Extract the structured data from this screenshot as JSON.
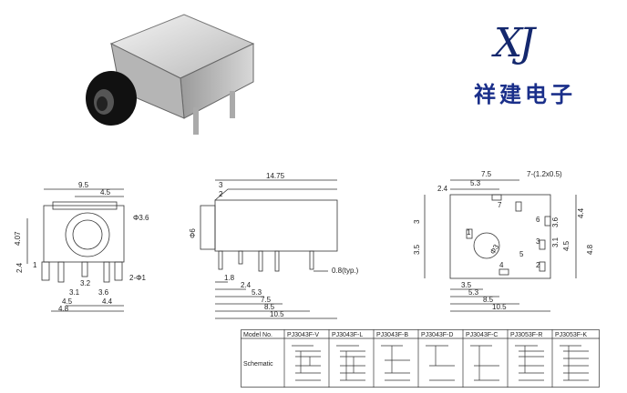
{
  "logo": {
    "mark": "XJ",
    "company": "祥建电子"
  },
  "front_view": {
    "dims": {
      "width": "9.5",
      "inner": "4.5",
      "hole": "Φ3.6",
      "height": "4.07",
      "side_a": "2.4",
      "side_b": "1",
      "pin": "2-Φ1",
      "b1": "3.2",
      "b2": "3.1",
      "b3": "3.6",
      "b4": "4.5",
      "b5": "4.4",
      "b6": "4.8"
    }
  },
  "side_view": {
    "dims": {
      "top_a": "3",
      "top_b": "2",
      "length": "14.75",
      "dia": "Φ6",
      "p1": "1.8",
      "p2": "2.4",
      "p3": "5.3",
      "p4": "7.5",
      "p5": "8.5",
      "p6": "10.5",
      "thick": "0.8(typ.)"
    }
  },
  "bottom_view": {
    "dims": {
      "t1": "7.5",
      "t2": "5.3",
      "t3": "2.4",
      "holes": "7-(1.2x0.5)",
      "l1": "3",
      "l2": "3.5",
      "r1": "3.6",
      "r2": "4.4",
      "r3": "3.1",
      "r4": "4.5",
      "r5": "4.8",
      "b1": "3.5",
      "b2": "5.3",
      "b3": "8.5",
      "b4": "10.5"
    },
    "pins": [
      "7",
      "1",
      "6",
      "3",
      "5",
      "4",
      "2"
    ],
    "dia": "Φ3"
  },
  "table": {
    "model_header": "Model No.",
    "row_label": "Schematic",
    "models": [
      "PJ3043F-V",
      "PJ3043F-L",
      "PJ3043F-B",
      "PJ3043F-D",
      "PJ3043F-C",
      "PJ3053F-R",
      "PJ3053F-K"
    ]
  }
}
